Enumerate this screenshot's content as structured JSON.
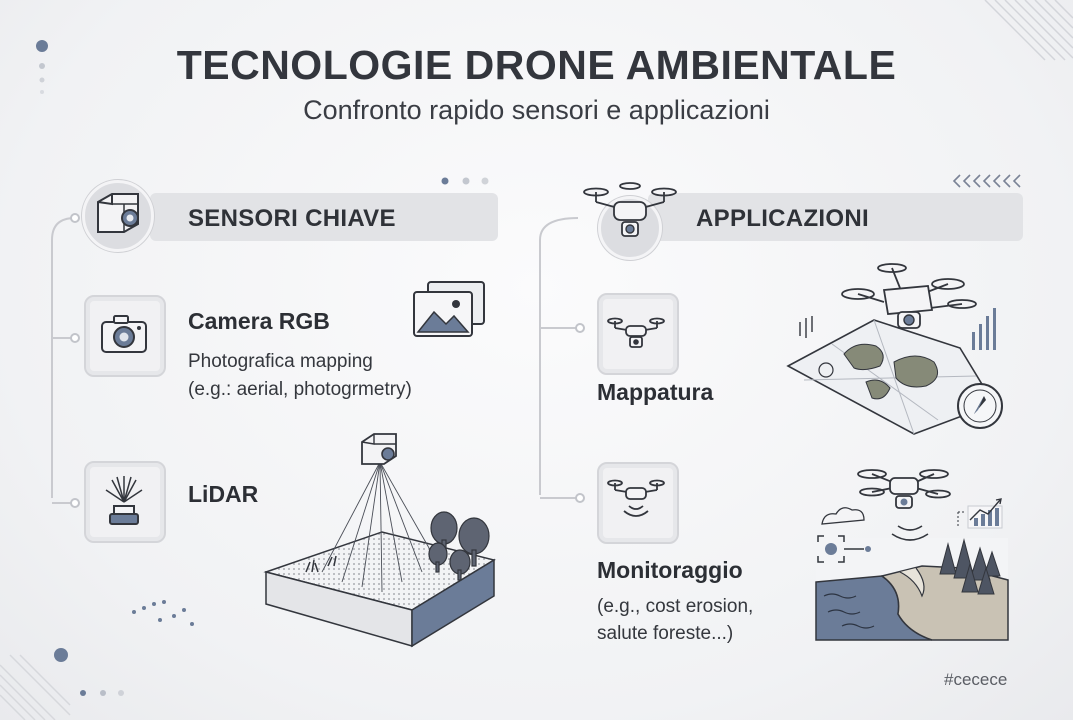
{
  "header": {
    "title": "TECNOLOGIE DRONE AMBIENTALE",
    "subtitle": "Confronto rapido sensori e applicazioni"
  },
  "sensors": {
    "heading": "SENSORI CHIAVE",
    "items": [
      {
        "title": "Camera RGB",
        "desc_lines": [
          "Photografica mapping",
          "(e.g.: aerial, photogrmetry)"
        ],
        "icon": "camera-icon"
      },
      {
        "title": "LiDAR",
        "icon": "lidar-sensor-icon"
      }
    ]
  },
  "applications": {
    "heading": "APPLICAZIONI",
    "items": [
      {
        "title": "Mappatura",
        "icon": "drone-icon"
      },
      {
        "title": "Monitoraggio",
        "desc_lines": [
          "(e.g., cost erosion,",
          "salute  foreste...)"
        ],
        "icon": "drone-signal-icon"
      }
    ]
  },
  "footer": {
    "hashtag": "#cecece"
  },
  "colors": {
    "accent_blue": "#6b7c98",
    "panel_grey": "#e2e3e6",
    "ink": "#2c2f36",
    "line": "#c9cacf"
  }
}
